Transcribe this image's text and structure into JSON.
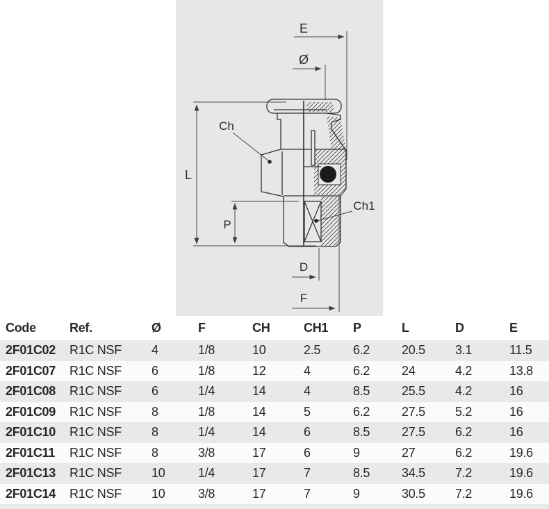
{
  "drawing": {
    "labels": {
      "e": "E",
      "diameter": "Ø",
      "ch": "Ch",
      "l": "L",
      "p": "P",
      "ch1": "Ch1",
      "d": "D",
      "f": "F"
    }
  },
  "table": {
    "columns": [
      "Code",
      "Ref.",
      "Ø",
      "F",
      "CH",
      "CH1",
      "P",
      "L",
      "D",
      "E"
    ],
    "rows": [
      [
        "2F01C02",
        "R1C NSF",
        "4",
        "1/8",
        "10",
        "2.5",
        "6.2",
        "20.5",
        "3.1",
        "11.5"
      ],
      [
        "2F01C07",
        "R1C NSF",
        "6",
        "1/8",
        "12",
        "4",
        "6.2",
        "24",
        "4.2",
        "13.8"
      ],
      [
        "2F01C08",
        "R1C NSF",
        "6",
        "1/4",
        "14",
        "4",
        "8.5",
        "25.5",
        "4.2",
        "16"
      ],
      [
        "2F01C09",
        "R1C NSF",
        "8",
        "1/8",
        "14",
        "5",
        "6.2",
        "27.5",
        "5.2",
        "16"
      ],
      [
        "2F01C10",
        "R1C NSF",
        "8",
        "1/4",
        "14",
        "6",
        "8.5",
        "27.5",
        "6.2",
        "16"
      ],
      [
        "2F01C11",
        "R1C NSF",
        "8",
        "3/8",
        "17",
        "6",
        "9",
        "27",
        "6.2",
        "19.6"
      ],
      [
        "2F01C13",
        "R1C NSF",
        "10",
        "1/4",
        "17",
        "7",
        "8.5",
        "34.5",
        "7.2",
        "19.6"
      ],
      [
        "2F01C14",
        "R1C NSF",
        "10",
        "3/8",
        "17",
        "7",
        "9",
        "30.5",
        "7.2",
        "19.6"
      ]
    ]
  },
  "colors": {
    "panel_bg": "#e7e7e7",
    "row_stripe": "#e9e9e9",
    "row_white": "#fbfbfb",
    "text": "#27272a",
    "line": "#333333"
  }
}
